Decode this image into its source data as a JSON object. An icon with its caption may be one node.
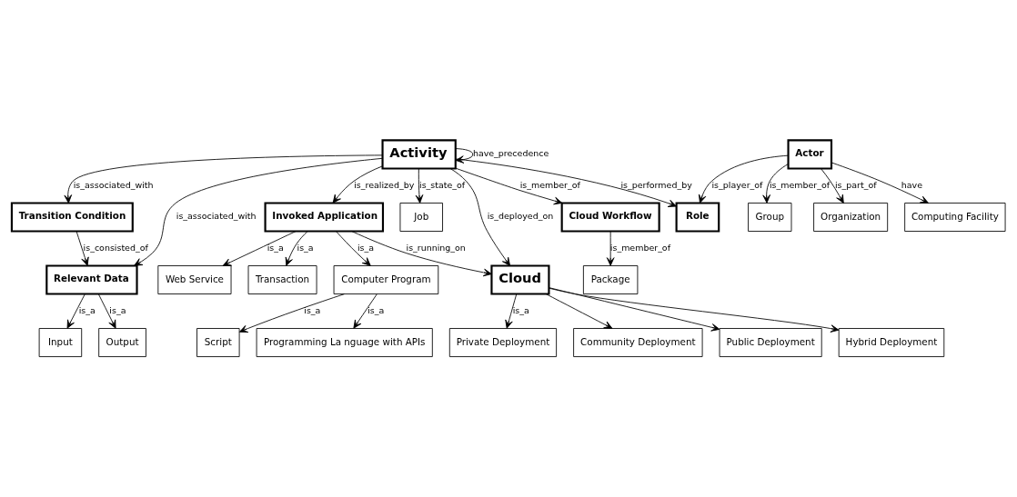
{
  "diagram": {
    "nodes": [
      {
        "text": [
          "Package"
        ]
      },
      {
        "text": [
          "Organization"
        ]
      },
      {
        "text": [
          "Job"
        ]
      },
      {
        "text": [
          "Cloud Workflow"
        ]
      },
      {
        "text": [
          "Computing Facility"
        ]
      },
      {
        "text": [
          "Private Deployment"
        ]
      },
      {
        "text": [
          "Actor"
        ]
      },
      {
        "text": [
          "Community Deployment"
        ]
      },
      {
        "text": [
          "Public Deployment"
        ]
      },
      {
        "text": [
          "Role"
        ]
      },
      {
        "text": [
          "Activity"
        ]
      },
      {
        "text": [
          "Cloud"
        ]
      },
      {
        "text": [
          "Hybrid Deployment"
        ]
      },
      {
        "text": [
          "Group"
        ]
      },
      {
        "text": [
          "Transition Condition"
        ]
      },
      {
        "text": [
          "Relevant Data"
        ]
      },
      {
        "text": [
          "Invoked Application"
        ]
      },
      {
        "text": [
          "Input"
        ]
      },
      {
        "text": [
          "Output"
        ]
      },
      {
        "text": [
          "Computer Program"
        ]
      },
      {
        "text": [
          "Web Service"
        ]
      },
      {
        "text": [
          "Transaction"
        ]
      },
      {
        "text": [
          "Script"
        ]
      },
      {
        "text": [
          "Programming La nguage with APIs"
        ]
      }
    ],
    "edges": [
      {
        "from": 6,
        "to": 1,
        "arrow": "to",
        "label": "is_part_of"
      },
      {
        "from": 6,
        "to": 4,
        "arrow": "to",
        "label": "have"
      },
      {
        "from": 6,
        "to": 9,
        "arrow": "to",
        "label": "is_player_of"
      },
      {
        "from": 6,
        "to": 13,
        "arrow": "to",
        "label": "is_member_of"
      },
      {
        "from": 10,
        "to": 9,
        "arrow": "to",
        "label": "is_performed_by"
      },
      {
        "from": 10,
        "to": 2,
        "arrow": "to",
        "label": "is_state_of"
      },
      {
        "from": 10,
        "to": 3,
        "arrow": "to",
        "label": "is_member_of"
      },
      {
        "from": 3,
        "to": 0,
        "arrow": "to",
        "label": "is_member_of"
      },
      {
        "from": 10,
        "to": 11,
        "arrow": "to",
        "label": "is_deployed_on"
      },
      {
        "from": 11,
        "to": 5,
        "arrow": "to",
        "label": "is_a"
      },
      {
        "from": 11,
        "to": 7,
        "arrow": "to"
      },
      {
        "from": 11,
        "to": 8,
        "arrow": "to"
      },
      {
        "from": 11,
        "to": 12,
        "arrow": "to"
      },
      {
        "from": 10,
        "to": 10,
        "arrow": "to",
        "label": "have_precedence"
      },
      {
        "from": 10,
        "to": 16,
        "arrow": "to",
        "label": "is_realized_by"
      },
      {
        "from": 16,
        "to": 11,
        "arrow": "to",
        "label": "is_running_on"
      },
      {
        "from": 10,
        "to": 14,
        "arrow": "to",
        "label": "is_associated_with"
      },
      {
        "from": 10,
        "to": 15,
        "arrow": "to",
        "label": "is_associated_with"
      },
      {
        "from": 14,
        "to": 15,
        "arrow": "to",
        "label": "is_consisted_of"
      },
      {
        "from": 15,
        "to": 17,
        "arrow": "to",
        "label": "is_a"
      },
      {
        "from": 15,
        "to": 18,
        "arrow": "to",
        "label": "is_a"
      },
      {
        "from": 16,
        "to": 19,
        "arrow": "to",
        "label": "is_a"
      },
      {
        "from": 16,
        "to": 20,
        "arrow": "to",
        "label": "is_a"
      },
      {
        "from": 16,
        "to": 21,
        "arrow": "to",
        "label": "is_a"
      },
      {
        "from": 19,
        "to": 22,
        "arrow": "to",
        "label": "is_a"
      },
      {
        "from": 19,
        "to": 23,
        "arrow": "to",
        "label": "is_a"
      }
    ]
  }
}
